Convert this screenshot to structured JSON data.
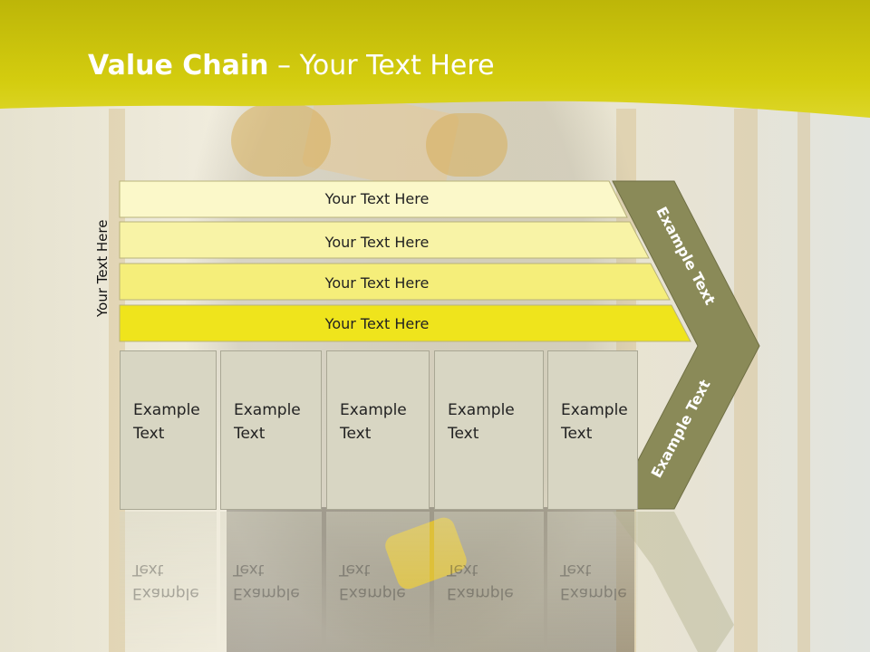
{
  "slide": {
    "title_bold": "Value Chain",
    "title_rest": " – Your Text Here",
    "vertical_label": "Your Text Here",
    "bars": [
      "Your Text Here",
      "Your Text Here",
      "Your Text Here",
      "Your Text Here"
    ],
    "boxes": [
      "Example\nText",
      "Example\nText",
      "Example\nText",
      "Example\nText",
      "Example\nText"
    ],
    "chevron_top": "Example Text",
    "chevron_bottom": "Example Text"
  },
  "colors": {
    "header_yellow": "#cfc80c",
    "bar1": "#fbf8c9",
    "bar2": "#f8f3a6",
    "bar3": "#f5ee7a",
    "bar4": "#efe41c",
    "chevron": "#8a8a58",
    "box": "#d8d6c3"
  }
}
